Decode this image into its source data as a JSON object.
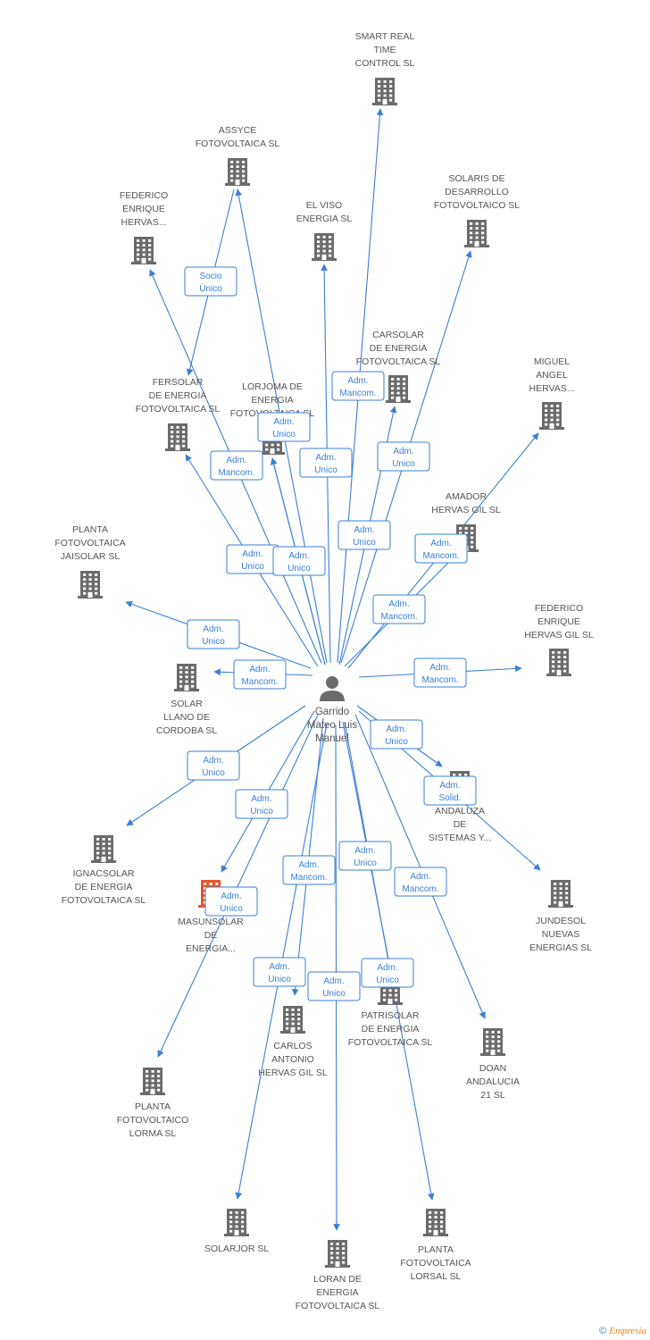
{
  "center": {
    "label": [
      "Garrido",
      "Mateo Luis",
      "Manuel"
    ],
    "icon": "person-icon"
  },
  "colors": {
    "edge": "#3a7fd5",
    "building": "#6b6b6b",
    "highlight": "#e8542b",
    "text": "#555555"
  },
  "nodes": [
    {
      "id": "smart",
      "label": [
        "SMART REAL",
        "TIME",
        "CONTROL SL"
      ]
    },
    {
      "id": "assyce",
      "label": [
        "ASSYCE",
        "FOTOVOLTAICA SL"
      ]
    },
    {
      "id": "fed1",
      "label": [
        "FEDERICO",
        "ENRIQUE",
        "HERVAS..."
      ]
    },
    {
      "id": "elviso",
      "label": [
        "EL VISO",
        "ENERGIA SL"
      ]
    },
    {
      "id": "solaris",
      "label": [
        "SOLARIS DE",
        "DESARROLLO",
        "FOTOVOLTAICO SL"
      ]
    },
    {
      "id": "carsolar",
      "label": [
        "CARSOLAR",
        "DE ENERGIA",
        "FOTOVOLTAICA SL"
      ]
    },
    {
      "id": "miguel",
      "label": [
        "MIGUEL",
        "ANGEL",
        "HERVAS..."
      ]
    },
    {
      "id": "fersolar",
      "label": [
        "FERSOLAR",
        "DE ENERGIA",
        "FOTOVOLTAICA SL"
      ]
    },
    {
      "id": "lorjoma",
      "label": [
        "LORJOMA DE",
        "ENERGIA",
        "FOTOVOLTAICA SL"
      ]
    },
    {
      "id": "amador",
      "label": [
        "AMADOR",
        "HERVAS GIL SL"
      ]
    },
    {
      "id": "jaisolar",
      "label": [
        "PLANTA",
        "FOTOVOLTAICA",
        "JAISOLAR SL"
      ]
    },
    {
      "id": "fed2",
      "label": [
        "FEDERICO",
        "ENRIQUE",
        "HERVAS GIL SL"
      ]
    },
    {
      "id": "llano",
      "label": [
        "SOLAR",
        "LLANO DE",
        "CORDOBA SL"
      ]
    },
    {
      "id": "andaluza",
      "label": [
        "ANDALUZA",
        "DE",
        "SISTEMAS Y..."
      ]
    },
    {
      "id": "ignacsolar",
      "label": [
        "IGNACSOLAR",
        "DE ENERGIA",
        "FOTOVOLTAICA SL"
      ]
    },
    {
      "id": "jundesol",
      "label": [
        "JUNDESOL",
        "NUEVAS",
        "ENERGIAS SL"
      ]
    },
    {
      "id": "masunsolar",
      "label": [
        "MASUNSOLAR",
        "DE",
        "ENERGIA..."
      ]
    },
    {
      "id": "carlos",
      "label": [
        "CARLOS",
        "ANTONIO",
        "HERVAS GIL SL"
      ]
    },
    {
      "id": "patrisolar",
      "label": [
        "PATRISOLAR",
        "DE ENERGIA",
        "FOTOVOLTAICA SL"
      ]
    },
    {
      "id": "doan",
      "label": [
        "DOAN",
        "ANDALUCIA",
        "21  SL"
      ]
    },
    {
      "id": "lorma",
      "label": [
        "PLANTA",
        "FOTOVOLTAICO",
        "LORMA SL"
      ]
    },
    {
      "id": "solarjor",
      "label": [
        "SOLARJOR SL"
      ]
    },
    {
      "id": "loran",
      "label": [
        "LORAN DE",
        "ENERGIA",
        "FOTOVOLTAICA SL"
      ]
    },
    {
      "id": "lorsal",
      "label": [
        "PLANTA",
        "FOTOVOLTAICA",
        "LORSAL SL"
      ]
    }
  ],
  "edges": [
    {
      "to": "smart",
      "label": [
        "Adm.",
        "Mancom."
      ]
    },
    {
      "to": "assyce",
      "label": [
        "Adm.",
        "Mancom."
      ]
    },
    {
      "to": "fed1",
      "label": [
        "Adm.",
        "Unico"
      ]
    },
    {
      "to": "elviso",
      "label": [
        "Adm.",
        "Unico"
      ]
    },
    {
      "to": "solaris",
      "label": [
        "Adm.",
        "Unico"
      ]
    },
    {
      "to": "carsolar",
      "label": [
        "Adm.",
        "Unico"
      ]
    },
    {
      "to": "miguel",
      "label": [
        "Adm.",
        "Mancom."
      ]
    },
    {
      "to": "fersolar",
      "label": [
        "Adm.",
        "Unico"
      ]
    },
    {
      "to": "lorjoma",
      "label": [
        "Adm.",
        "Unico"
      ]
    },
    {
      "to": "lorjoma",
      "label": [
        "Adm.",
        "Unico"
      ]
    },
    {
      "to": "amador",
      "label": [
        "Adm.",
        "Mancom."
      ]
    },
    {
      "to": "jaisolar",
      "label": [
        "Adm.",
        "Unico"
      ]
    },
    {
      "to": "fed2",
      "label": [
        "Adm.",
        "Mancom."
      ]
    },
    {
      "to": "llano",
      "label": [
        "Adm.",
        "Mancom."
      ]
    },
    {
      "to": "andaluza",
      "label": [
        "Adm.",
        "Unico"
      ]
    },
    {
      "to": "jundesol",
      "label": [
        "Adm.",
        "Solid."
      ]
    },
    {
      "to": "ignacsolar",
      "label": [
        "Adm.",
        "Unico"
      ]
    },
    {
      "to": "masunsolar",
      "label": [
        "Adm.",
        "Unico"
      ]
    },
    {
      "to": "lorma",
      "label": [
        "Adm.",
        "Unico"
      ]
    },
    {
      "to": "carlos",
      "label": [
        "Adm.",
        "Mancom."
      ]
    },
    {
      "to": "solarjor",
      "label": [
        "Adm.",
        "Unico"
      ]
    },
    {
      "to": "loran",
      "label": [
        "Adm.",
        "Unico"
      ]
    },
    {
      "to": "patrisolar",
      "label": [
        "Adm.",
        "Unico"
      ]
    },
    {
      "to": "lorsal",
      "label": [
        "Adm.",
        "Unico"
      ]
    },
    {
      "to": "doan",
      "label": [
        "Adm.",
        "Mancom."
      ]
    }
  ],
  "side_edges": [
    {
      "from": "assyce",
      "to": "fersolar",
      "label": [
        "Socio",
        "Único"
      ]
    }
  ],
  "footer": {
    "symbol": "©",
    "brand": "Empresia"
  }
}
